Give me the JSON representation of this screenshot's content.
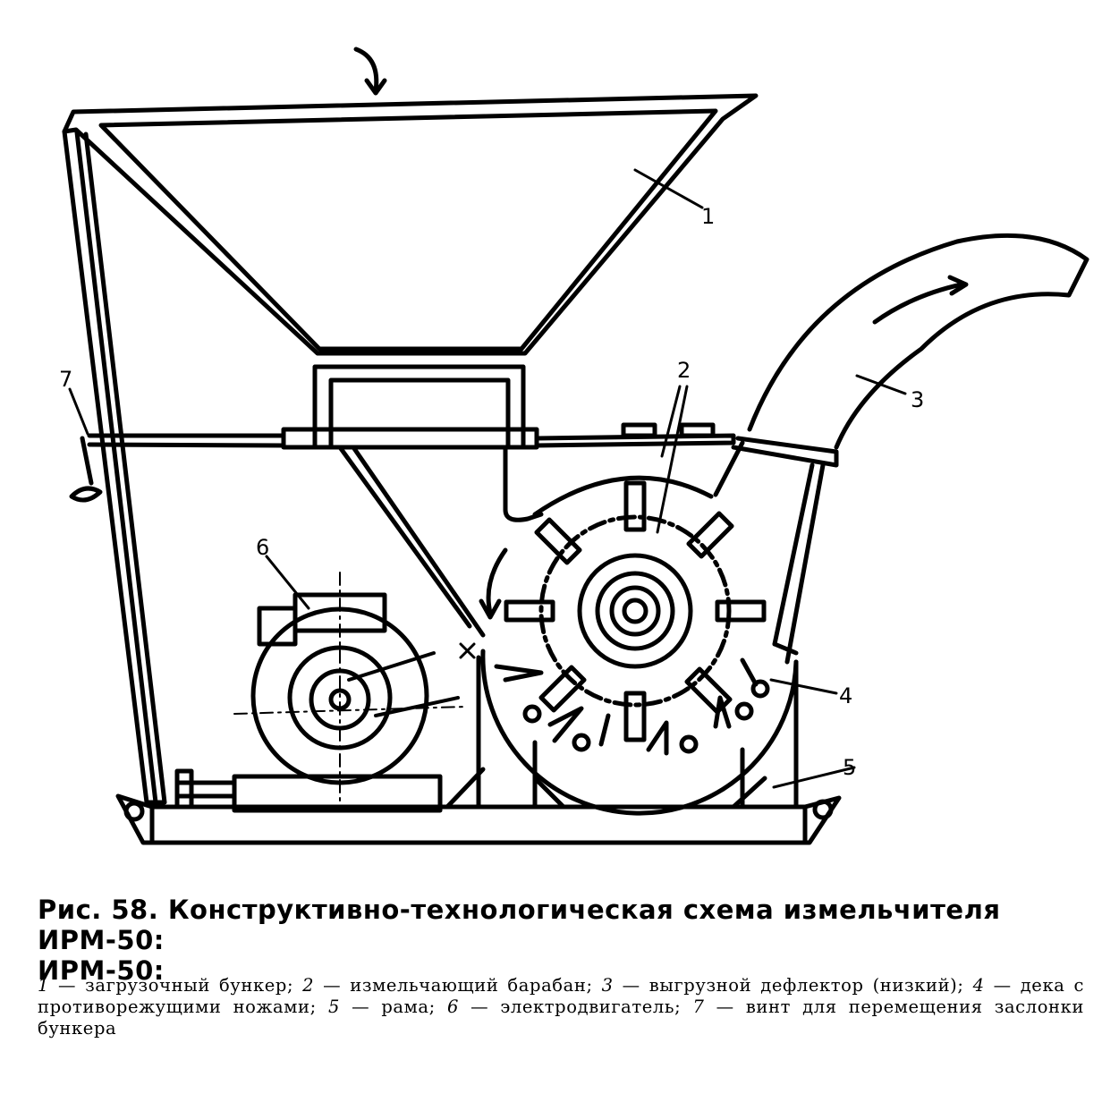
{
  "figure": {
    "callouts": {
      "c1": "1",
      "c2": "2",
      "c3": "3",
      "c4": "4",
      "c5": "5",
      "c6": "6",
      "c7": "7"
    }
  },
  "caption": {
    "title_line1": "Рис. 58. Конструктивно-технологическая схема измельчителя ИРМ-50:",
    "title_line2": "ИРМ-50:",
    "legend": [
      {
        "num": "1",
        "text": " — загрузочный бункер; "
      },
      {
        "num": "2",
        "text": " — измельчающий барабан; "
      },
      {
        "num": "3",
        "text": " — выгрузной дефлектор (низкий); "
      },
      {
        "num": "4",
        "text": " — дека с противорежущими ножами; "
      },
      {
        "num": "5",
        "text": " — рама; "
      },
      {
        "num": "6",
        "text": " — электродвигатель; "
      },
      {
        "num": "7",
        "text": " — винт для перемещения заслонки бункера"
      }
    ]
  },
  "colors": {
    "ink": "#000000",
    "paper": "#ffffff"
  }
}
